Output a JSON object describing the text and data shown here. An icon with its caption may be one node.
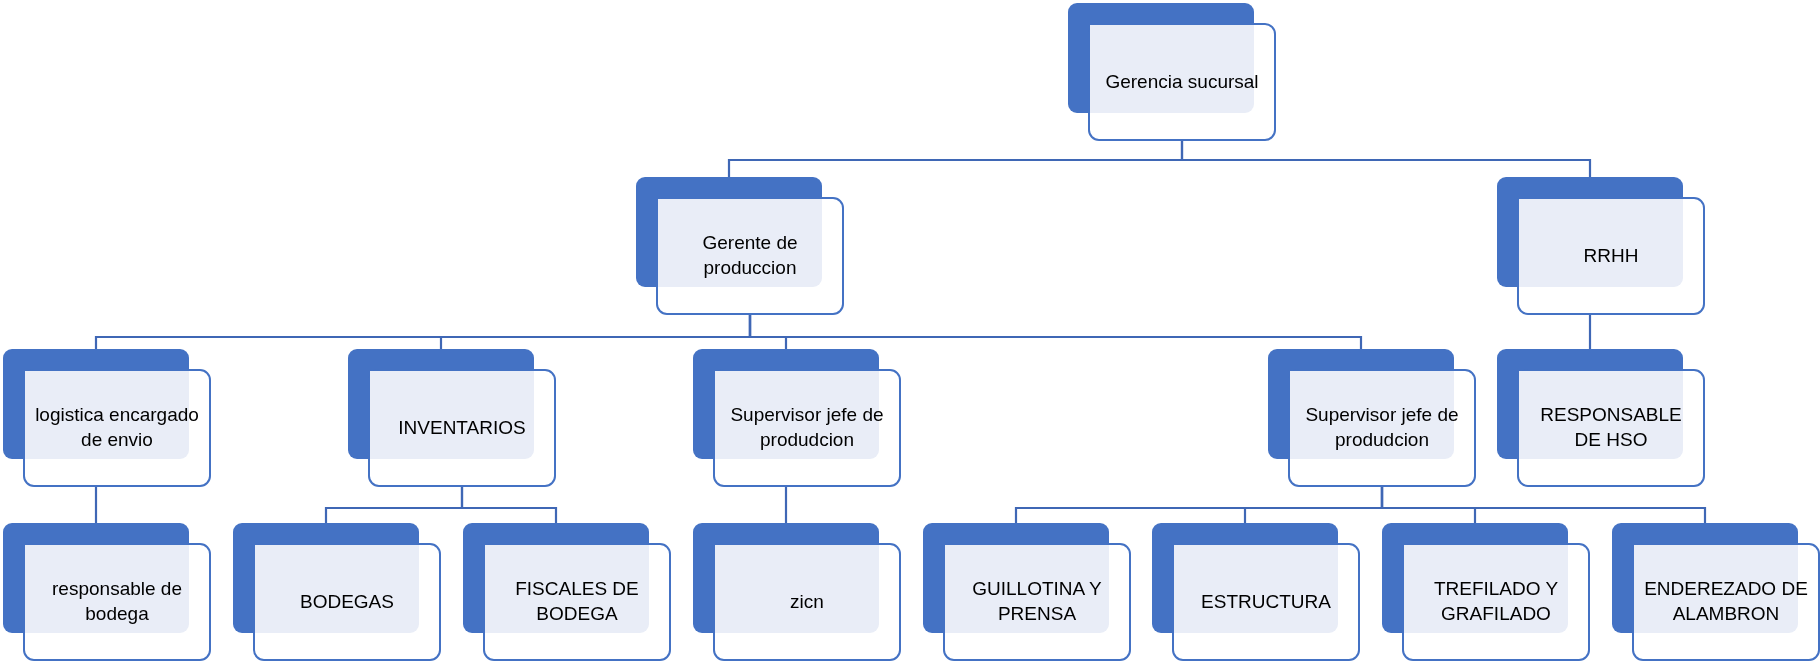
{
  "diagram": {
    "nodes": [
      {
        "text": [
          "Gerencia sucursal"
        ]
      },
      {
        "text": [
          "Gerente de produccion"
        ]
      },
      {
        "text": [
          "RRHH"
        ]
      },
      {
        "text": [
          "logistica encargado de envio"
        ]
      },
      {
        "text": [
          "INVENTARIOS"
        ]
      },
      {
        "text": [
          "Supervisor jefe de produdcion"
        ]
      },
      {
        "text": [
          "Supervisor jefe de produdcion"
        ]
      },
      {
        "text": [
          "RESPONSABLE DE HSO"
        ]
      },
      {
        "text": [
          "responsable de bodega"
        ]
      },
      {
        "text": [
          "BODEGAS"
        ]
      },
      {
        "text": [
          "FISCALES DE BODEGA"
        ]
      },
      {
        "text": [
          "zicn"
        ]
      },
      {
        "text": [
          "GUILLOTINA Y PRENSA"
        ]
      },
      {
        "text": [
          "ESTRUCTURA"
        ]
      },
      {
        "text": [
          "TREFILADO Y GRAFILADO"
        ]
      },
      {
        "text": [
          "ENDEREZADO DE ALAMBRON"
        ]
      }
    ],
    "edges": [
      {
        "from": 0,
        "to": 1,
        "arrow": "none"
      },
      {
        "from": 0,
        "to": 2,
        "arrow": "none"
      },
      {
        "from": 1,
        "to": 3,
        "arrow": "none"
      },
      {
        "from": 1,
        "to": 4,
        "arrow": "none"
      },
      {
        "from": 1,
        "to": 5,
        "arrow": "none"
      },
      {
        "from": 1,
        "to": 6,
        "arrow": "none"
      },
      {
        "from": 2,
        "to": 7,
        "arrow": "none"
      },
      {
        "from": 3,
        "to": 8,
        "arrow": "none"
      },
      {
        "from": 4,
        "to": 9,
        "arrow": "none"
      },
      {
        "from": 4,
        "to": 10,
        "arrow": "none"
      },
      {
        "from": 5,
        "to": 11,
        "arrow": "none"
      },
      {
        "from": 6,
        "to": 12,
        "arrow": "none"
      },
      {
        "from": 6,
        "to": 13,
        "arrow": "none"
      },
      {
        "from": 6,
        "to": 14,
        "arrow": "none"
      },
      {
        "from": 6,
        "to": 15,
        "arrow": "none"
      }
    ]
  }
}
